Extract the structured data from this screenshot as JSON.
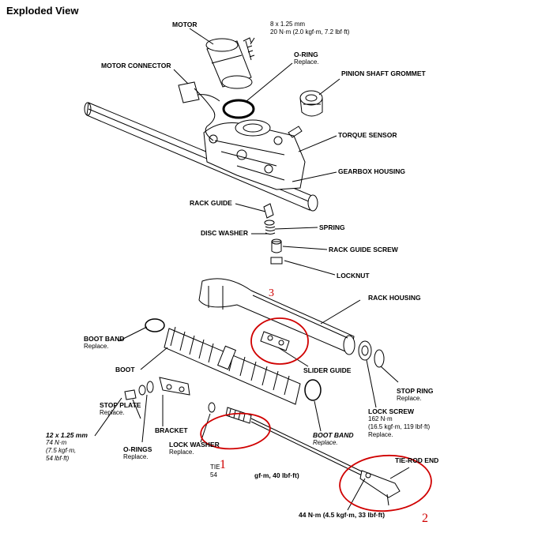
{
  "title": "Exploded View",
  "labels": {
    "motor": "MOTOR",
    "bolt_spec": "8 x 1.25 mm",
    "bolt_torque": "20 N·m (2.0 kgf·m, 7.2 lbf·ft)",
    "oring": "O-RING",
    "oring_note": "Replace.",
    "motor_connector": "MOTOR CONNECTOR",
    "pinion_grommet": "PINION SHAFT GROMMET",
    "torque_sensor": "TORQUE SENSOR",
    "gearbox_housing": "GEARBOX HOUSING",
    "rack_guide": "RACK GUIDE",
    "spring": "SPRING",
    "disc_washer": "DISC WASHER",
    "rack_guide_screw": "RACK GUIDE SCREW",
    "locknut": "LOCKNUT",
    "rack_housing": "RACK HOUSING",
    "boot_band_left": "BOOT BAND",
    "boot_band_left_note": "Replace.",
    "boot": "BOOT",
    "slider_guide": "SLIDER GUIDE",
    "stop_ring": "STOP RING",
    "stop_ring_note": "Replace.",
    "lock_screw": "LOCK SCREW",
    "lock_screw_torque1": "162 N·m",
    "lock_screw_torque2": "(16.5 kgf·m, 119 lbf·ft)",
    "lock_screw_note": "Replace.",
    "bolt2_spec": "12 x 1.25 mm",
    "bolt2_t1": "74 N·m",
    "bolt2_t2": "(7.5 kgf·m,",
    "bolt2_t3": "54 lbf·ft)",
    "stop_plate": "STOP PLATE",
    "stop_plate_note": "Replace.",
    "bracket": "BRACKET",
    "orings": "O-RINGS",
    "orings_note": "Replace.",
    "lock_washer": "LOCK WASHER",
    "lock_washer_note": "Replace.",
    "boot_band_right": "BOOT BAND",
    "boot_band_right_note": "Replace.",
    "tie_rod_end": "TIE-ROD END",
    "tie_torque": "44 N·m (4.5 kgf·m, 33 lbf·ft)",
    "frag_tie": "TIE",
    "frag_54": "54",
    "frag_gfm": "gf·m, 40 lbf·ft)"
  },
  "markers": {
    "one": "1",
    "two": "2",
    "three": "3"
  },
  "colors": {
    "ink": "#000000",
    "highlight": "#d00000"
  }
}
